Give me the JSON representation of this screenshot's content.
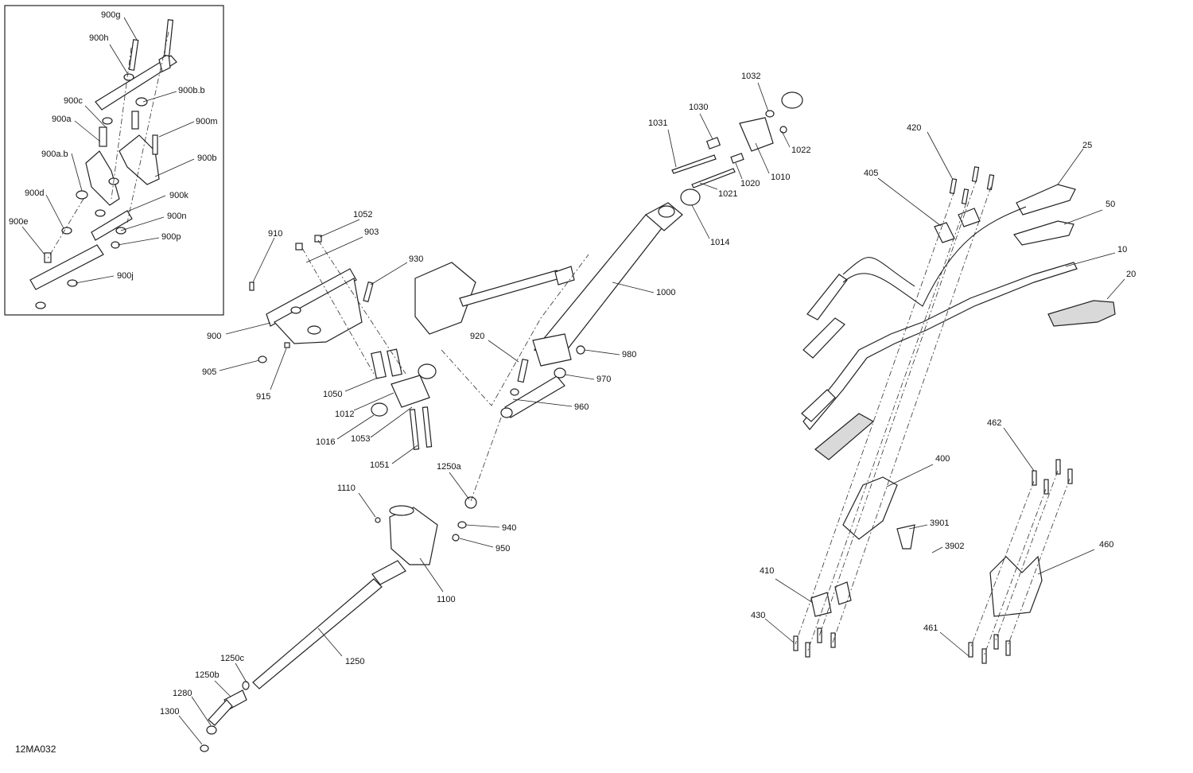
{
  "diagram": {
    "code": "12MA032",
    "callouts": [
      "900g",
      "900h",
      "900b.b",
      "900c",
      "900a",
      "900m",
      "900a.b",
      "900b",
      "900k",
      "900d",
      "900n",
      "900e",
      "900p",
      "900j",
      "1032",
      "1030",
      "1031",
      "1022",
      "1010",
      "1020",
      "1021",
      "1014",
      "1052",
      "910",
      "903",
      "930",
      "1000",
      "900",
      "920",
      "980",
      "905",
      "970",
      "915",
      "1050",
      "1012",
      "960",
      "1016",
      "1053",
      "1051",
      "1250a",
      "1110",
      "940",
      "950",
      "1100",
      "1250",
      "1250c",
      "1250b",
      "1280",
      "1300",
      "420",
      "25",
      "405",
      "50",
      "10",
      "20",
      "400",
      "462",
      "3901",
      "3902",
      "460",
      "410",
      "430",
      "461"
    ]
  }
}
